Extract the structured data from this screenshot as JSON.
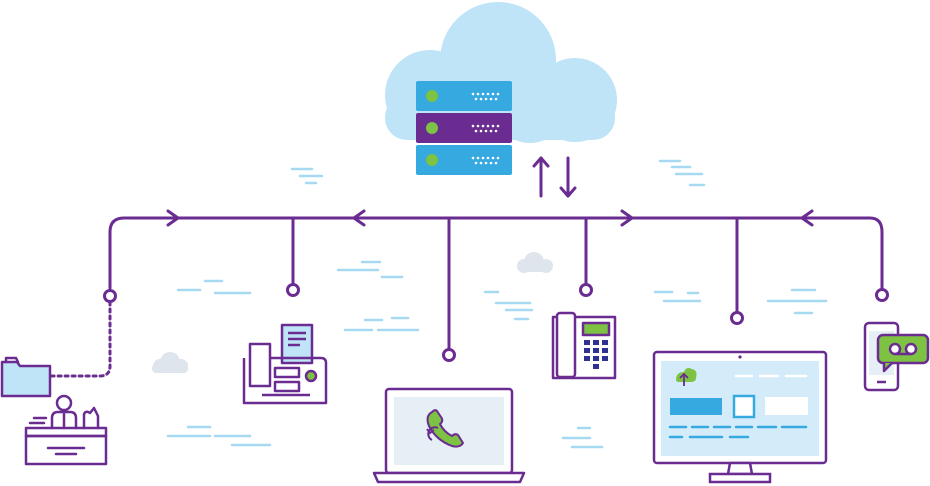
{
  "colors": {
    "purple": "#6a2c91",
    "blue": "#36a9e1",
    "light_blue": "#bfe4f7",
    "cloud": "#bfe4f7",
    "green": "#7dc242",
    "dash": "#a8d9f2",
    "grey_cloud": "#dfe5ec"
  },
  "diagram": {
    "hub": {
      "icon": "cloud-server-stack-icon",
      "arrows": "up-down-arrows-icon"
    },
    "devices": [
      {
        "name": "desk-agent-with-folder",
        "icon": "receptionist-desk-icon",
        "link": "dotted"
      },
      {
        "name": "fax-machine",
        "icon": "fax-icon",
        "link": "solid"
      },
      {
        "name": "laptop-softphone",
        "icon": "laptop-phone-icon",
        "link": "solid"
      },
      {
        "name": "desk-phone",
        "icon": "desk-phone-icon",
        "link": "solid"
      },
      {
        "name": "computer-monitor-portal",
        "icon": "monitor-portal-icon",
        "link": "solid"
      },
      {
        "name": "mobile-voicemail",
        "icon": "mobile-voicemail-icon",
        "link": "solid"
      }
    ]
  }
}
